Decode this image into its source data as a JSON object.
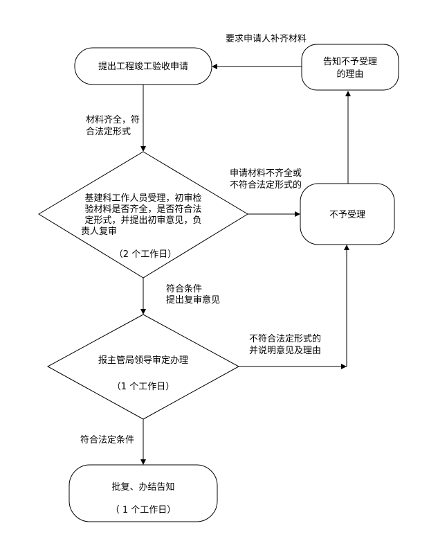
{
  "nodes": {
    "apply": {
      "text": "提出工程竣工验收申请"
    },
    "notify_reason": {
      "line1": "告知不予受理",
      "line2": "的理由"
    },
    "review": {
      "line1": "基建科工作人员受理，初审检",
      "line2": "验材料是否齐全，是否符合法",
      "line3": "定形式，并提出初审意见，负",
      "line4": "责人复审",
      "days": "（2 个工作日）"
    },
    "reject": {
      "text": "不予受理"
    },
    "leader": {
      "text": "报主管局领导审定办理",
      "days": "（1 个工作日）"
    },
    "approve": {
      "text": "批复、办结告知",
      "days": "（ 1 个工作日）"
    }
  },
  "edges": {
    "supplement": {
      "text": "要求申请人补齐材料"
    },
    "complete": {
      "line1": "材料齐全，符",
      "line2": "合法定形式"
    },
    "incomplete": {
      "line1": "申请材料不齐全或",
      "line2": "不符合法定形式的"
    },
    "conditions_met": {
      "line1": "符合条件",
      "line2": "提出复审意见"
    },
    "not_compliant": {
      "line1": "不符合法定形式的",
      "line2": "并说明意见及理由"
    },
    "legal_conditions": {
      "text": "符合法定条件"
    }
  }
}
